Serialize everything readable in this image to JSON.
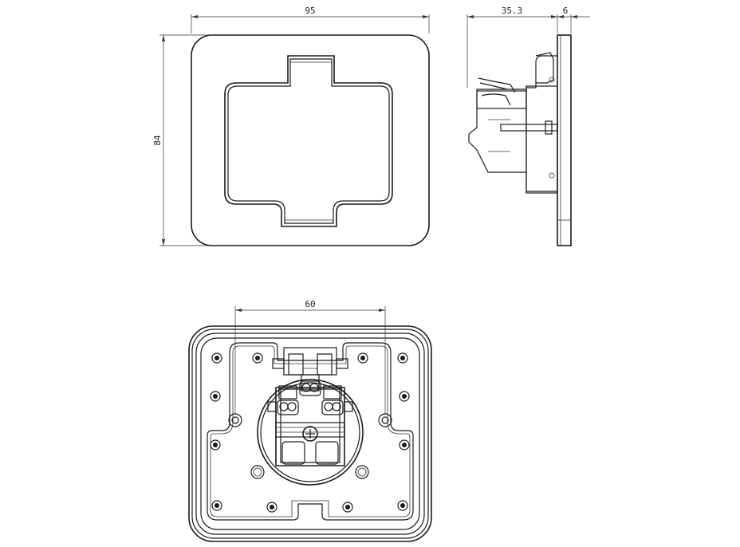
{
  "drawing": {
    "front_view": {
      "width_label": "95",
      "height_label": "84"
    },
    "side_view": {
      "depth_label": "35.3",
      "plate_thickness_label": "6"
    },
    "rear_view": {
      "hole_spacing_label": "60"
    }
  },
  "colors": {
    "line": "#1a1a1a",
    "background": "#ffffff"
  }
}
